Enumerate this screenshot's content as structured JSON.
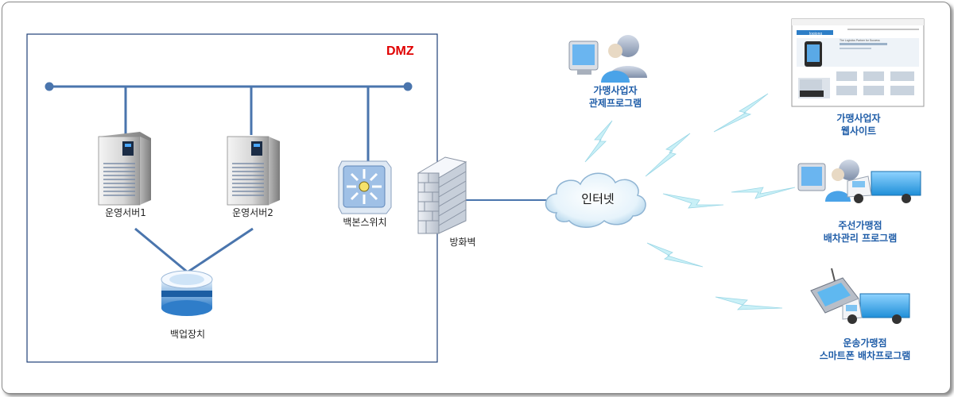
{
  "zone": {
    "label": "DMZ",
    "color": "#e00000"
  },
  "nodes": {
    "server1": "운영서버1",
    "server2": "운영서버2",
    "backbone_switch": "백본스위치",
    "backup": "백업장치",
    "firewall": "방화벽",
    "internet": "인터넷"
  },
  "clients": {
    "control": {
      "line1": "가맹사업자",
      "line2": "관제프로그램"
    },
    "website": {
      "line1": "가맹사업자",
      "line2": "웹사이트"
    },
    "dispatch": {
      "line1": "주선가맹점",
      "line2": "배차관리 프로그램"
    },
    "smartphone": {
      "line1": "운송가맹점",
      "line2": "스마트폰 배차프로그램"
    }
  },
  "website_thumbnail": {
    "logo": "logiong",
    "tagline": "The Logistics Partner for Success"
  },
  "colors": {
    "line": "#4a75ad",
    "client_label": "#1f5da8",
    "bolt": "#c9f0f7"
  }
}
